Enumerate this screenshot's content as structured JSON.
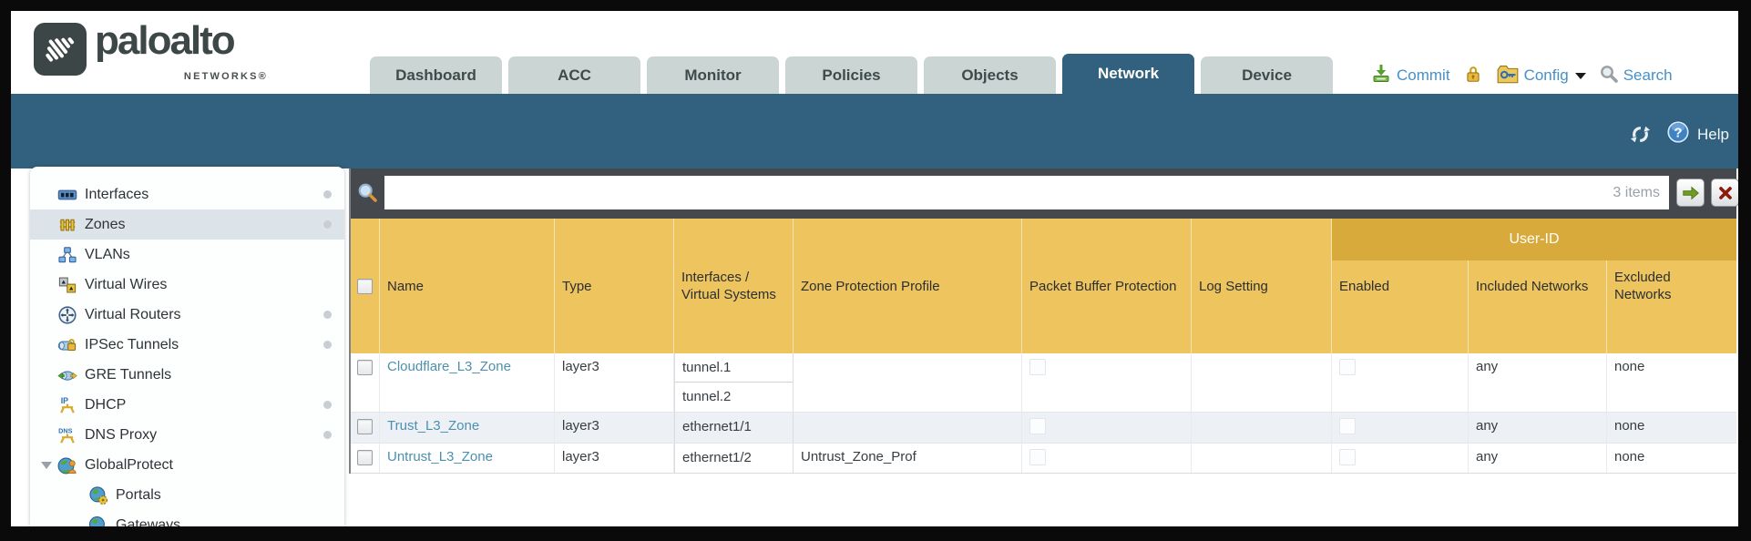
{
  "brand": {
    "logo_text": "paloalto",
    "logo_sub": "NETWORKS®"
  },
  "nav": {
    "tabs": [
      {
        "label": "Dashboard",
        "active": false
      },
      {
        "label": "ACC",
        "active": false
      },
      {
        "label": "Monitor",
        "active": false
      },
      {
        "label": "Policies",
        "active": false
      },
      {
        "label": "Objects",
        "active": false
      },
      {
        "label": "Network",
        "active": true
      },
      {
        "label": "Device",
        "active": false
      }
    ],
    "actions": {
      "commit": "Commit",
      "config": "Config",
      "search": "Search"
    }
  },
  "band": {
    "help_label": "Help"
  },
  "sidebar": {
    "items": [
      {
        "label": "Interfaces",
        "icon": "interfaces-icon",
        "dot": true,
        "selected": false
      },
      {
        "label": "Zones",
        "icon": "zones-icon",
        "dot": true,
        "selected": true
      },
      {
        "label": "VLANs",
        "icon": "vlans-icon",
        "dot": false,
        "selected": false
      },
      {
        "label": "Virtual Wires",
        "icon": "virtual-wires-icon",
        "dot": false,
        "selected": false
      },
      {
        "label": "Virtual Routers",
        "icon": "virtual-routers-icon",
        "dot": true,
        "selected": false
      },
      {
        "label": "IPSec Tunnels",
        "icon": "ipsec-tunnels-icon",
        "dot": true,
        "selected": false
      },
      {
        "label": "GRE Tunnels",
        "icon": "gre-tunnels-icon",
        "dot": false,
        "selected": false
      },
      {
        "label": "DHCP",
        "icon": "dhcp-icon",
        "dot": true,
        "selected": false
      },
      {
        "label": "DNS Proxy",
        "icon": "dns-proxy-icon",
        "dot": true,
        "selected": false
      },
      {
        "label": "GlobalProtect",
        "icon": "globalprotect-icon",
        "dot": false,
        "selected": false,
        "expanded": true
      },
      {
        "label": "Portals",
        "icon": "portals-icon",
        "dot": false,
        "selected": false,
        "child": true
      },
      {
        "label": "Gateways",
        "icon": "gateways-icon",
        "dot": false,
        "selected": false,
        "child": true
      }
    ]
  },
  "toolbar": {
    "filter_value": "",
    "items_count": "3 items"
  },
  "table": {
    "group_header": "User-ID",
    "columns": [
      "Name",
      "Type",
      "Interfaces / Virtual Systems",
      "Zone Protection Profile",
      "Packet Buffer Protection",
      "Log Setting",
      "Enabled",
      "Included Networks",
      "Excluded Networks"
    ],
    "rows": [
      {
        "name": "Cloudflare_L3_Zone",
        "type": "layer3",
        "interfaces": [
          "tunnel.1",
          "tunnel.2"
        ],
        "zone_protection_profile": "",
        "packet_buffer_protection": false,
        "log_setting": "",
        "user_id_enabled": false,
        "included_networks": "any",
        "excluded_networks": "none"
      },
      {
        "name": "Trust_L3_Zone",
        "type": "layer3",
        "interfaces": [
          "ethernet1/1"
        ],
        "zone_protection_profile": "",
        "packet_buffer_protection": false,
        "log_setting": "",
        "user_id_enabled": false,
        "included_networks": "any",
        "excluded_networks": "none"
      },
      {
        "name": "Untrust_L3_Zone",
        "type": "layer3",
        "interfaces": [
          "ethernet1/2"
        ],
        "zone_protection_profile": "Untrust_Zone_Prof",
        "packet_buffer_protection": false,
        "log_setting": "",
        "user_id_enabled": false,
        "included_networks": "any",
        "excluded_networks": "none"
      }
    ]
  },
  "colors": {
    "teal": "#31617E",
    "gold": "#EDC45E",
    "gold_dark": "#D8A93B",
    "action_blue": "#4690C8",
    "zone_link": "#4C90AF",
    "alt_row": "#EDF1F5"
  }
}
